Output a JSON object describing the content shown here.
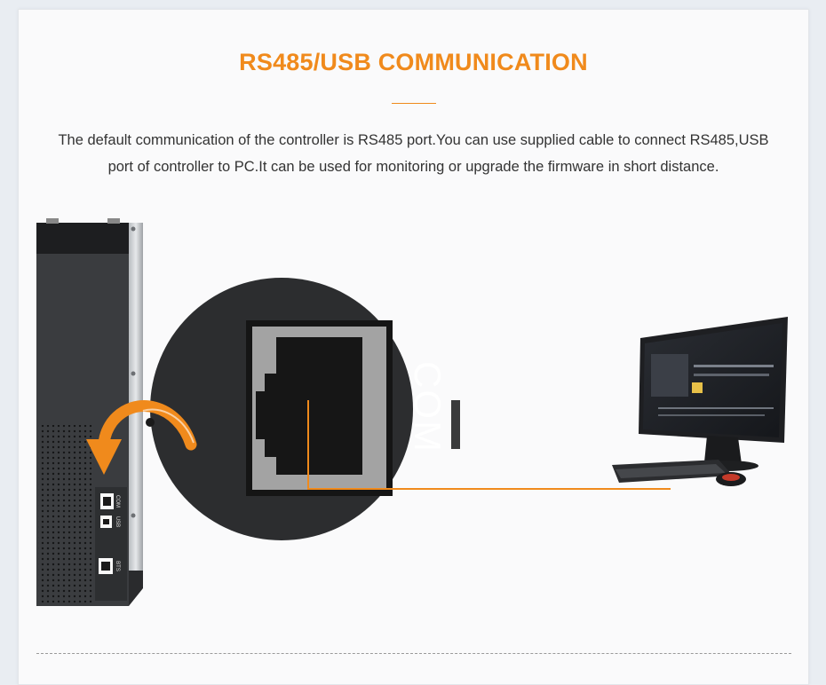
{
  "header": {
    "title": "RS485/USB COMMUNICATION"
  },
  "description": {
    "line1": "The default communication of the controller is RS485 port.You can use supplied cable to connect RS485,USB",
    "line2": "port of controller to PC.It can be used for monitoring or upgrade the firmware in short distance."
  },
  "device": {
    "port_labels": {
      "com": "COM",
      "usb": "USB",
      "bts": "BTS"
    },
    "zoom_label": "COM"
  },
  "colors": {
    "accent": "#f08a1c",
    "text": "#333333"
  },
  "icons": [
    "curved-arrow-icon",
    "rj45-port-icon",
    "usb-port-icon",
    "computer-icon"
  ]
}
